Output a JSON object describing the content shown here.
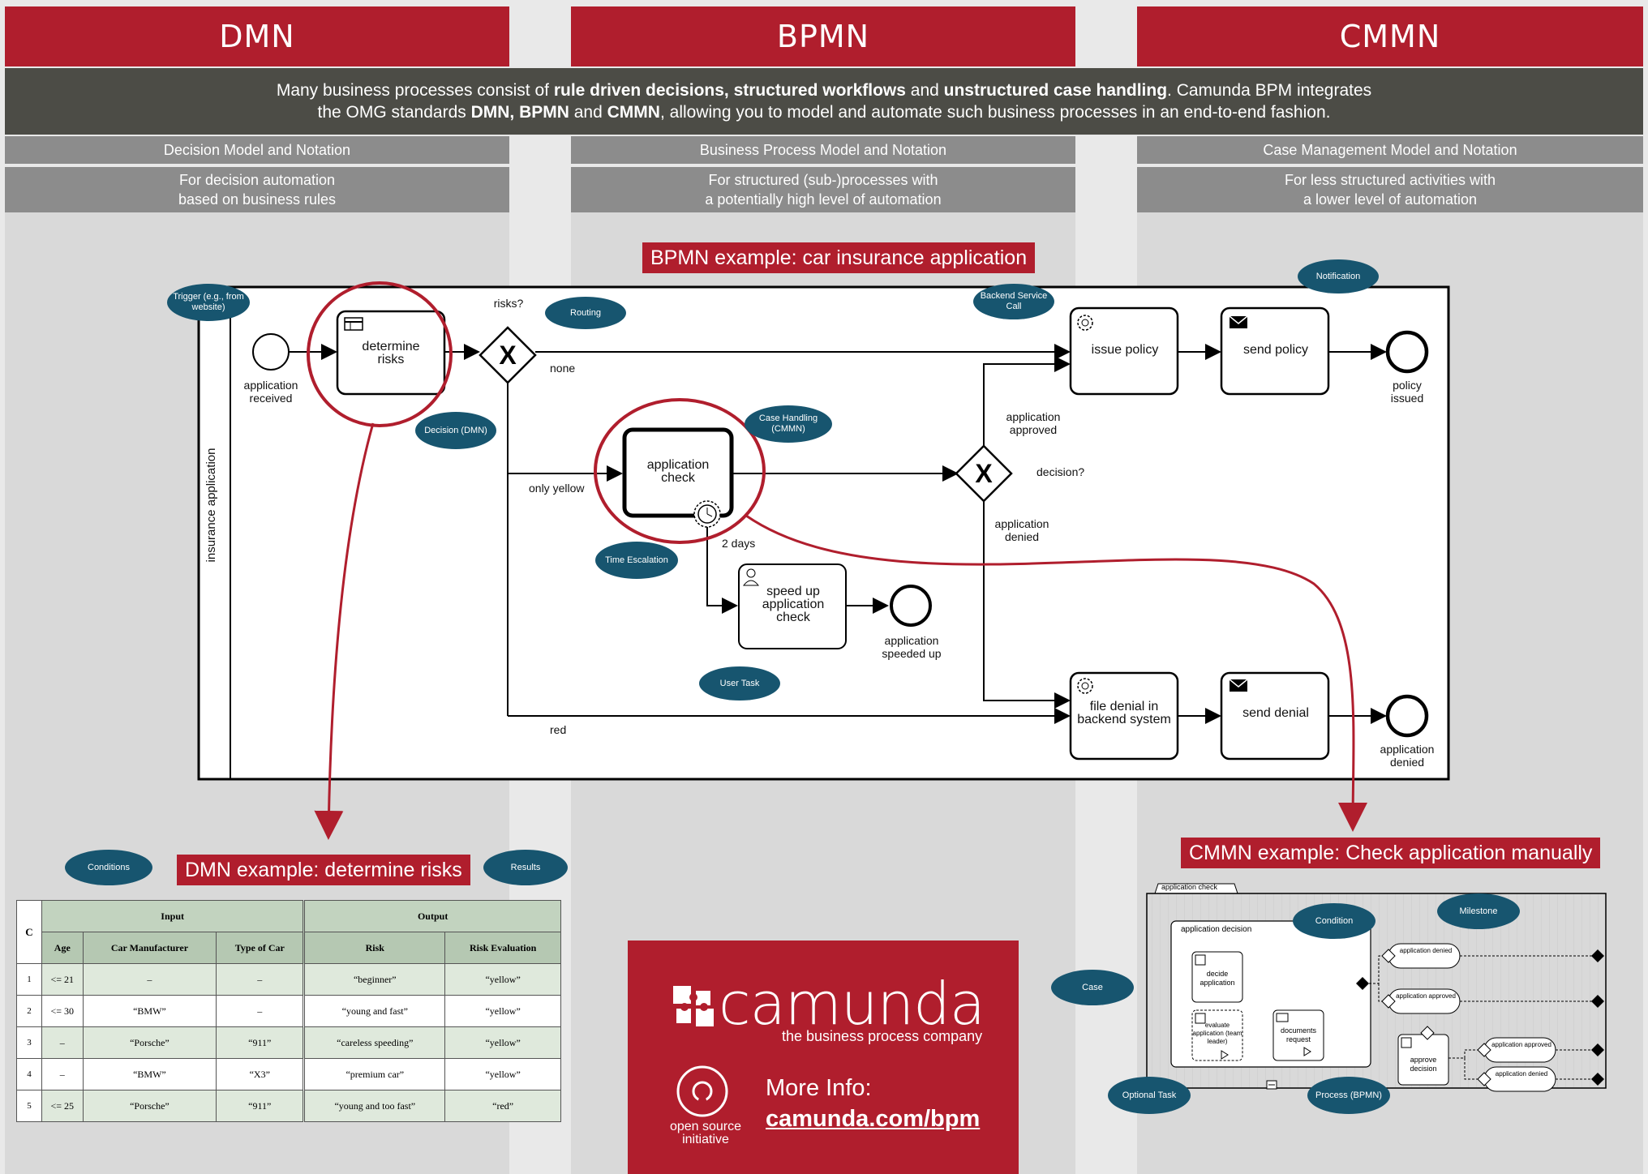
{
  "headers": {
    "dmn": "DMN",
    "bpmn": "BPMN",
    "cmmn": "CMMN"
  },
  "intro": {
    "l1a": "Many business processes consist of ",
    "l1b": "rule driven decisions, structured workflows",
    "l1c": " and ",
    "l1d": "unstructured case handling",
    "l1e": ". Camunda BPM integrates",
    "l2a": "the OMG standards ",
    "l2b": "DMN, BPMN",
    "l2c": " and ",
    "l2d": "CMMN",
    "l2e": ", allowing you to model and automate such business processes in an end-to-end fashion."
  },
  "sub": {
    "dmn_name": "Decision Model and Notation",
    "dmn_desc1": "For decision automation",
    "dmn_desc2": "based on business rules",
    "bpmn_name": "Business Process Model and Notation",
    "bpmn_desc1": "For structured (sub-)processes with",
    "bpmn_desc2": "a potentially high level of automation",
    "cmmn_name": "Case Management Model and Notation",
    "cmmn_desc1": "For less structured activities with",
    "cmmn_desc2": "a lower level of automation"
  },
  "bpmn": {
    "title": "BPMN example: car insurance application",
    "pool": "insurance application",
    "start": "application received",
    "determine": "determine risks",
    "gw1": "risks?",
    "none": "none",
    "only_yellow": "only yellow",
    "red": "red",
    "check": "application check",
    "two_days": "2 days",
    "speed": "speed up application check",
    "speeded": "application speeded up",
    "gw2": "decision?",
    "approved": "application approved",
    "denied": "application denied",
    "issue": "issue policy",
    "send_policy": "send policy",
    "policy_issued": "policy issued",
    "file_denial": "file denial in backend system",
    "send_denial": "send denial",
    "app_denied_end": "application denied"
  },
  "bubbles": {
    "trigger": "Trigger (e.g., from website)",
    "routing": "Routing",
    "decision": "Decision (DMN)",
    "backend": "Backend Service Call",
    "notification": "Notification",
    "case_handling": "Case Handling (CMMN)",
    "time_escalation": "Time Escalation",
    "user_task": "User Task",
    "conditions": "Conditions",
    "results": "Results",
    "case": "Case",
    "condition": "Condition",
    "milestone": "Milestone",
    "optional_task": "Optional Task",
    "process": "Process (BPMN)"
  },
  "dmn": {
    "title": "DMN example: determine risks",
    "hit": "C",
    "input": "Input",
    "output": "Output",
    "cols": [
      "Age",
      "Car Manufacturer",
      "Type of Car",
      "Risk",
      "Risk Evaluation"
    ],
    "rows": [
      [
        "1",
        "<= 21",
        "–",
        "–",
        "“beginner”",
        "“yellow”"
      ],
      [
        "2",
        "<= 30",
        "“BMW”",
        "–",
        "“young and fast”",
        "“yellow”"
      ],
      [
        "3",
        "–",
        "“Porsche”",
        "“911”",
        "“careless speeding”",
        "“yellow”"
      ],
      [
        "4",
        "–",
        "“BMW”",
        "“X3”",
        "“premium car”",
        "“yellow”"
      ],
      [
        "5",
        "<= 25",
        "“Porsche”",
        "“911”",
        "“young and too fast”",
        "“red”"
      ]
    ]
  },
  "cmmn": {
    "title": "CMMN example: Check application manually",
    "case_tab": "application check",
    "stage": "application decision",
    "decide": "decide application",
    "evaluate": "evaluate application (team leader)",
    "documents": "documents request",
    "approve": "approve decision",
    "m_denied": "application denied",
    "m_approved": "application approved",
    "m_approved2": "application approved",
    "m_denied2": "application denied"
  },
  "camunda": {
    "logo": "camunda",
    "tagline": "the business process company",
    "more": "More Info:",
    "link": "camunda.com/bpm",
    "osi1": "open source",
    "osi2": "initiative"
  },
  "colors": {
    "accent": "#b01e2d",
    "bubble": "#17556f",
    "dark": "#4c4c46",
    "grey": "#8c8c8c"
  }
}
